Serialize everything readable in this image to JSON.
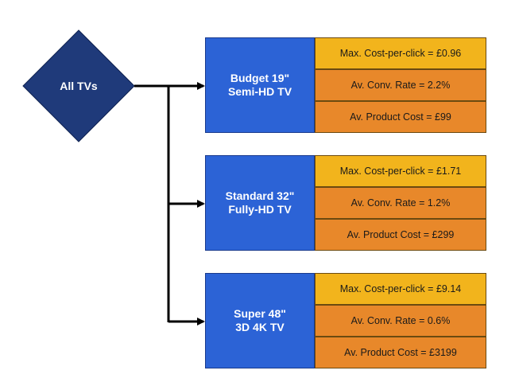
{
  "root": {
    "label": "All TVs"
  },
  "tvs": [
    {
      "name_line1": "Budget 19\"",
      "name_line2": "Semi-HD TV",
      "max_cpc": "Max. Cost-per-click = £0.96",
      "conv_rate": "Av. Conv. Rate = 2.2%",
      "product_cost": "Av. Product Cost = £99"
    },
    {
      "name_line1": "Standard 32\"",
      "name_line2": "Fully-HD TV",
      "max_cpc": "Max. Cost-per-click = £1.71",
      "conv_rate": "Av. Conv. Rate = 1.2%",
      "product_cost": "Av. Product Cost = £299"
    },
    {
      "name_line1": "Super 48\"",
      "name_line2": "3D 4K TV",
      "max_cpc": "Max. Cost-per-click = £9.14",
      "conv_rate": "Av. Conv. Rate = 0.6%",
      "product_cost": "Av. Product Cost = £3199"
    }
  ],
  "colors": {
    "diamond": "#1f3a7a",
    "tv_box": "#2c63d6",
    "cpc_fill": "#f2b41c",
    "stat_fill": "#e8882a",
    "connector": "#000000"
  }
}
